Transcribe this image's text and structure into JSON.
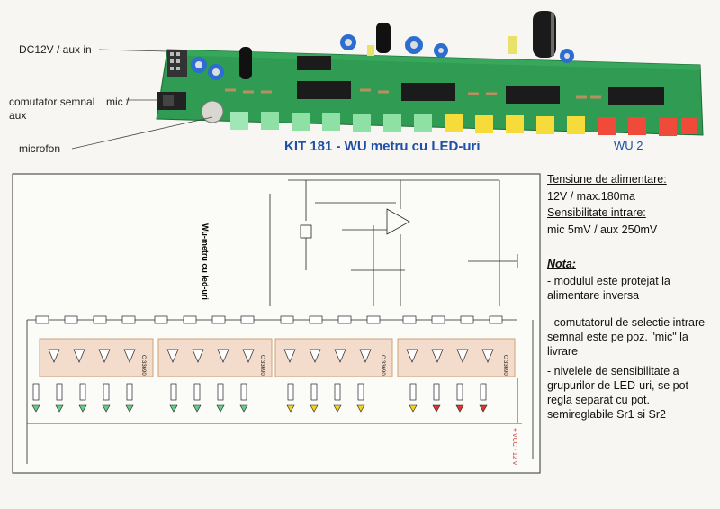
{
  "photo_labels": {
    "power": "DC12V / aux in",
    "switch_line1": "comutator semnal",
    "switch_mic": "mic /",
    "switch_line2": "aux",
    "microphone": "microfon",
    "kit_title": "KIT 181  -  WU metru cu LED-uri",
    "wu2": "WU 2"
  },
  "specs": {
    "supply_heading": "Tensiune de alimentare:",
    "supply_value": "12V / max.180ma",
    "sensitivity_heading": "Sensibilitate intrare:",
    "sensitivity_value": "mic 5mV / aux 250mV"
  },
  "notes": {
    "heading": "Nota:",
    "items": [
      "- modulul este protejat la alimentare inversa",
      "- comutatorul de selectie intrare semnal este pe poz. \"mic\" la livrare",
      "- nivelele de sensibilitate a grupurilor de LED-uri, se pot regla separat cu pot. semireglabile Sr1 si Sr2"
    ]
  },
  "schematic": {
    "title": "Wu-metru cu led-uri",
    "supply_label": "+ VCC - 12 V",
    "ic_labels": [
      "C 33690",
      "C 33690",
      "C 33690",
      "C 33690"
    ],
    "led_colors": {
      "green": "#5fcf86",
      "yellow": "#f2d21a",
      "red": "#e2352a",
      "pcb": "#2e9a52"
    }
  }
}
